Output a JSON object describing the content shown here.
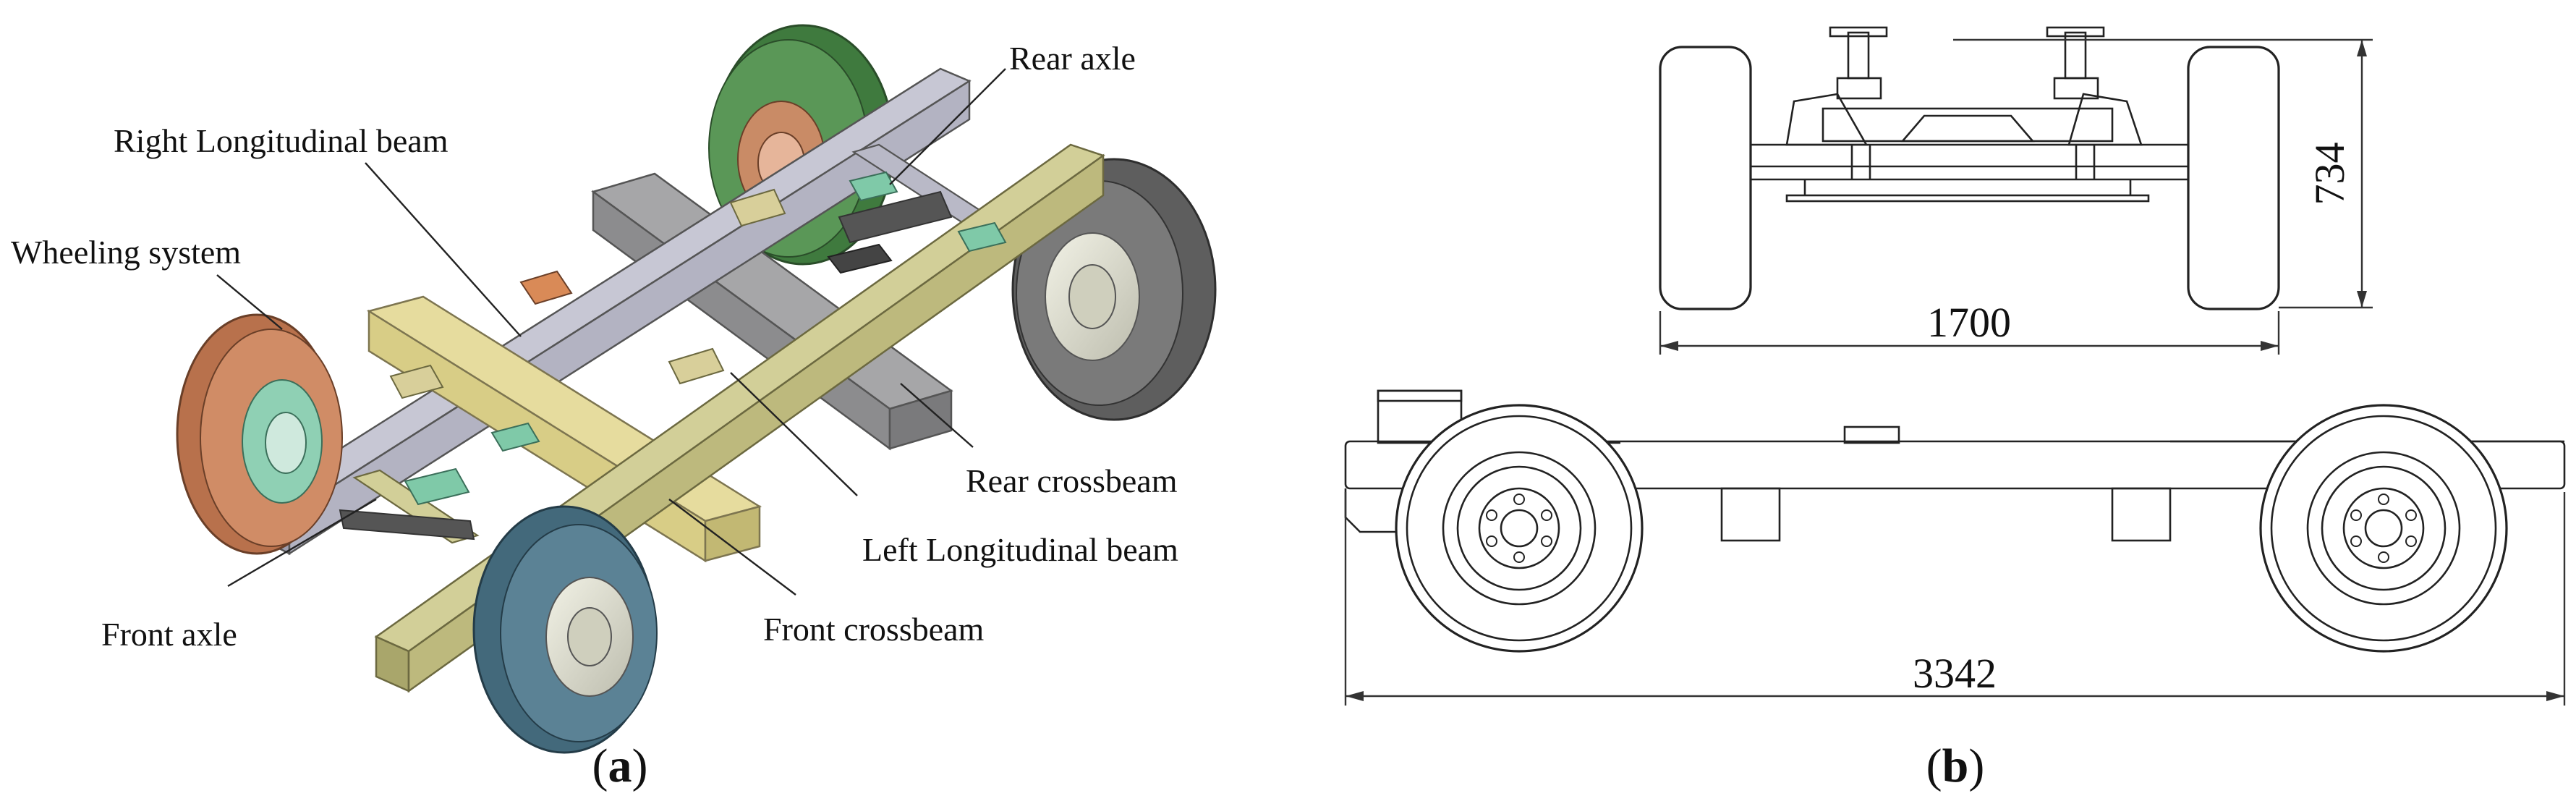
{
  "panel_a": {
    "caption_open": "(",
    "caption_letter": "a",
    "caption_close": ")",
    "labels": {
      "rear_axle": "Rear axle",
      "right_longitudinal_beam": "Right Longitudinal beam",
      "wheeling_system": "Wheeling system",
      "rear_crossbeam": "Rear crossbeam",
      "left_longitudinal_beam": "Left Longitudinal beam",
      "front_axle": "Front axle",
      "front_crossbeam": "Front crossbeam"
    },
    "colors": {
      "right_beam": "#b9b9c7",
      "left_beam": "#c8c58d",
      "front_crossbeam": "#e3da9a",
      "rear_crossbeam": "#a6a6a8",
      "wheel_orange": "#c8825a",
      "wheel_green": "#4f8a4c",
      "wheel_grey": "#6d6d6d",
      "wheel_blue": "#4d7487",
      "bracket_green": "#7fc9a8"
    }
  },
  "panel_b": {
    "caption_open": "(",
    "caption_letter": "b",
    "caption_close": ")",
    "dimensions": {
      "track_width": "1700",
      "height": "734",
      "length": "3342"
    }
  }
}
